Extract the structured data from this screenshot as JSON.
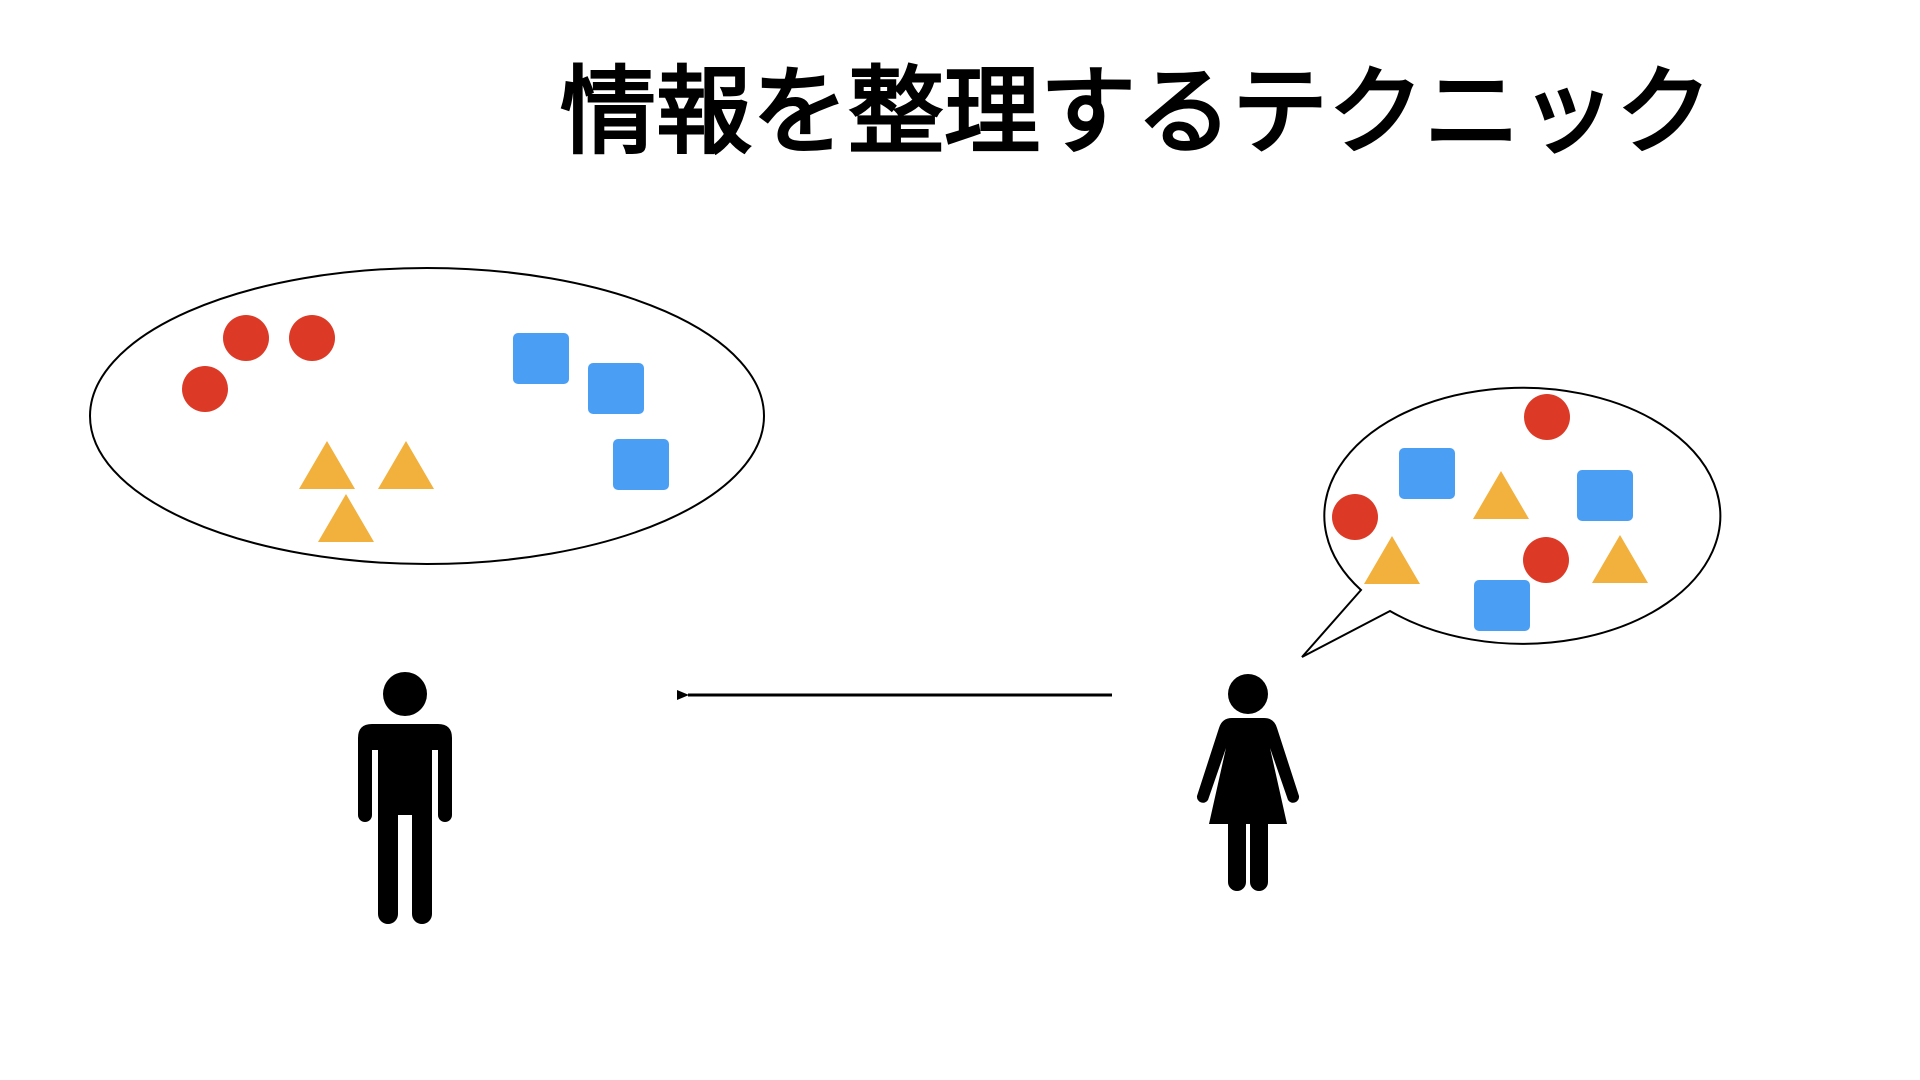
{
  "title": "情報を整理するテクニック",
  "colors": {
    "circle": "#dc3a26",
    "square": "#4a9ff5",
    "triangle": "#f2b03c",
    "figure": "#000000",
    "outline": "#000000"
  },
  "icons": {
    "listener": "man-icon",
    "speaker": "woman-icon"
  },
  "organized_group": {
    "circles": 3,
    "squares": 3,
    "triangles": 3
  },
  "mixed_speech": {
    "circles": 3,
    "squares": 3,
    "triangles": 3
  }
}
